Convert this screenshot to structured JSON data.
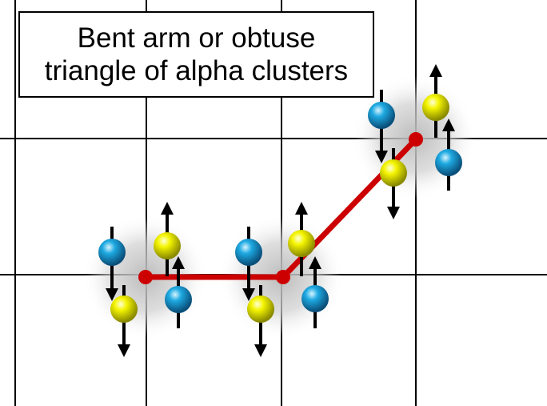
{
  "title": {
    "line1": "Bent arm or obtuse",
    "line2": "triangle of alpha clusters"
  },
  "colors": {
    "grid": "#000000",
    "chain": "#cc0000",
    "proton": "#f2f200",
    "neutron": "#1ea8e0",
    "spin_arrow": "#000000",
    "halo": "#c8c8c8"
  },
  "clusters": [
    {
      "name": "alpha-cluster-left",
      "particles": [
        {
          "type": "neutron",
          "spin": "down"
        },
        {
          "type": "proton",
          "spin": "up"
        },
        {
          "type": "proton",
          "spin": "down"
        },
        {
          "type": "neutron",
          "spin": "up"
        }
      ]
    },
    {
      "name": "alpha-cluster-middle",
      "particles": [
        {
          "type": "neutron",
          "spin": "down"
        },
        {
          "type": "proton",
          "spin": "up"
        },
        {
          "type": "proton",
          "spin": "down"
        },
        {
          "type": "neutron",
          "spin": "up"
        }
      ]
    },
    {
      "name": "alpha-cluster-right",
      "particles": [
        {
          "type": "neutron",
          "spin": "down"
        },
        {
          "type": "proton",
          "spin": "up"
        },
        {
          "type": "proton",
          "spin": "down"
        },
        {
          "type": "neutron",
          "spin": "up"
        }
      ]
    }
  ]
}
